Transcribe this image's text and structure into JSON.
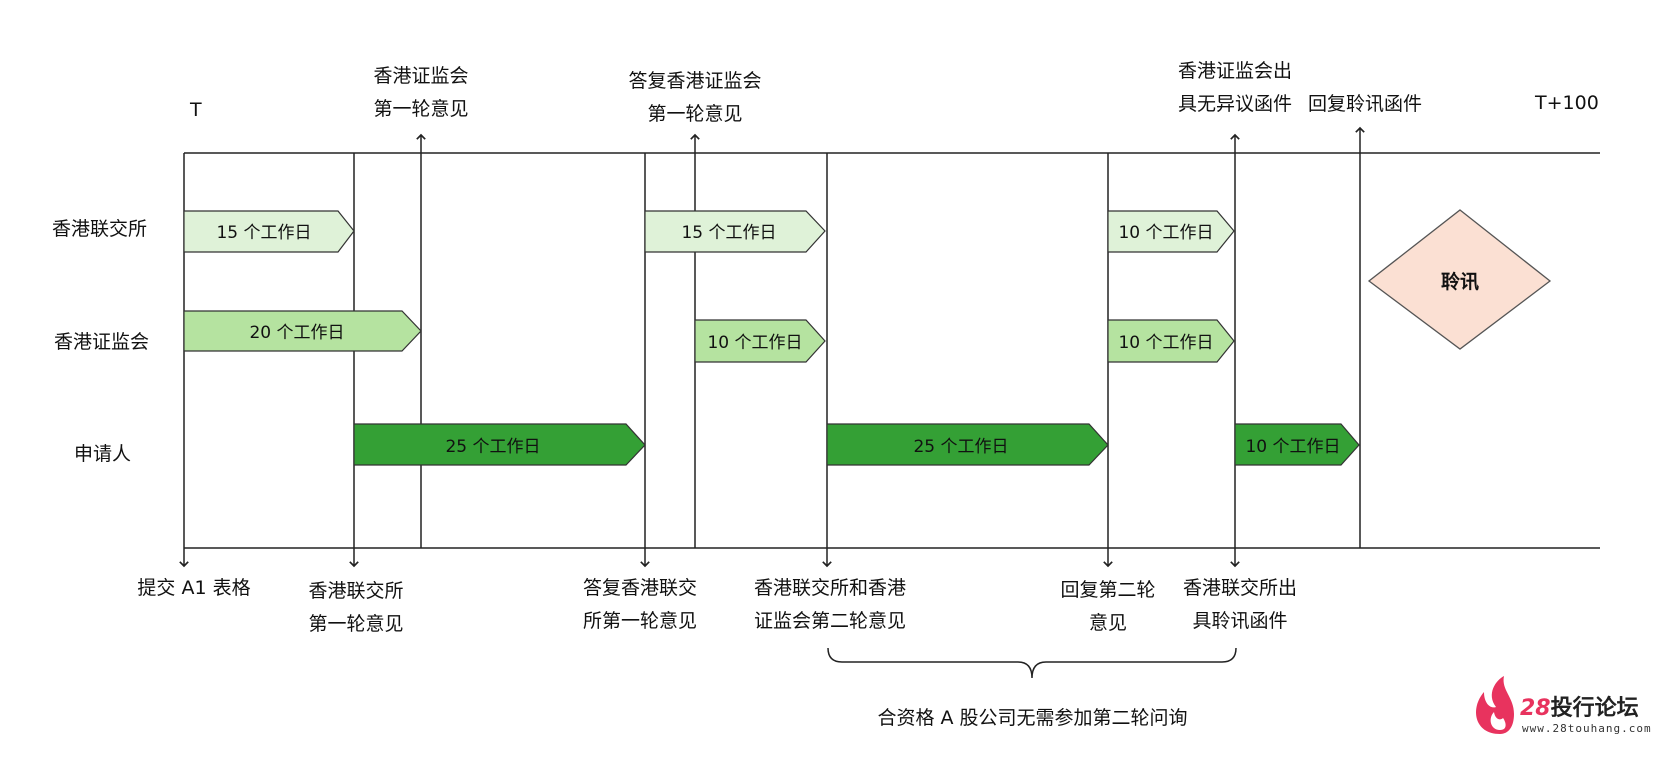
{
  "time_start": "T",
  "time_end": "T+100",
  "rows": {
    "hkex": "香港联交所",
    "sfc": "香港证监会",
    "applicant": "申请人"
  },
  "events_top": {
    "sfc_first_round_comments": [
      "香港证监会",
      "第一轮意见"
    ],
    "reply_sfc_first_round": [
      "答复香港证监会",
      "第一轮意见"
    ],
    "sfc_no_objection_letter": [
      "香港证监会出",
      "具无异议函件"
    ],
    "reply_hearing_letter": "回复聆讯函件"
  },
  "events_bottom": {
    "submit_a1": "提交 A1 表格",
    "hkex_first_round_comments": [
      "香港联交所",
      "第一轮意见"
    ],
    "reply_hkex_first_round": [
      "答复香港联交",
      "所第一轮意见"
    ],
    "hkex_sfc_second_round": [
      "香港联交所和香港",
      "证监会第二轮意见"
    ],
    "reply_second_round": [
      "回复第二轮",
      "意见"
    ],
    "hkex_hearing_letter": [
      "香港联交所出",
      "具聆讯函件"
    ]
  },
  "bars": [
    {
      "id": "hkex-bar-1",
      "label": "15 个工作日",
      "shade": "light"
    },
    {
      "id": "sfc-bar-1",
      "label": "20 个工作日",
      "shade": "medium"
    },
    {
      "id": "applicant-bar-1",
      "label": "25 个工作日",
      "shade": "dark"
    },
    {
      "id": "hkex-bar-2",
      "label": "15 个工作日",
      "shade": "light"
    },
    {
      "id": "sfc-bar-2",
      "label": "10 个工作日",
      "shade": "medium"
    },
    {
      "id": "applicant-bar-2",
      "label": "25 个工作日",
      "shade": "dark"
    },
    {
      "id": "hkex-bar-3",
      "label": "10 个工作日",
      "shade": "light"
    },
    {
      "id": "sfc-bar-3",
      "label": "10 个工作日",
      "shade": "medium"
    },
    {
      "id": "applicant-bar-3",
      "label": "10 个工作日",
      "shade": "dark"
    }
  ],
  "hearing": "聆讯",
  "brace_note": "合资格 A 股公司无需参加第二轮问询",
  "logo": {
    "number": "28",
    "name": "投行论坛",
    "url": "www.28touhang.com"
  },
  "colors": {
    "light_fill": "#dff2d8",
    "medium_fill": "#b5e3a0",
    "dark_fill": "#34a035",
    "hearing_fill": "#fbe0d3",
    "line": "#222222",
    "logo_accent": "#e8335e"
  }
}
